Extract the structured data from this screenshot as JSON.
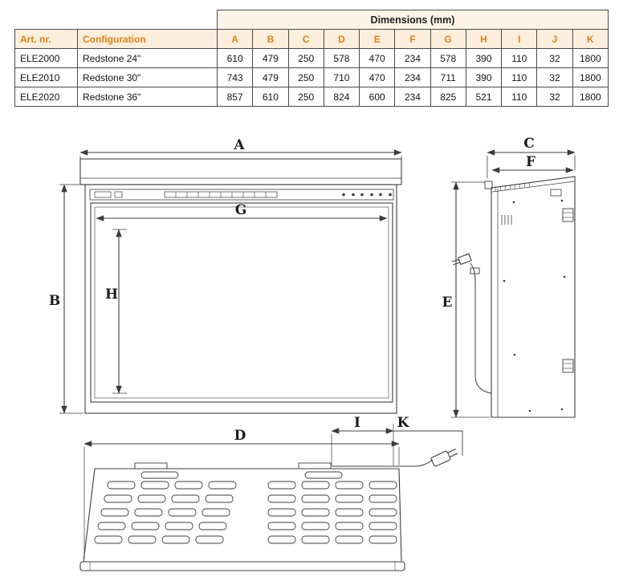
{
  "table": {
    "dimensions_header": "Dimensions (mm)",
    "columns": [
      "Art. nr.",
      "Configuration",
      "A",
      "B",
      "C",
      "D",
      "E",
      "F",
      "G",
      "H",
      "I",
      "J",
      "K"
    ],
    "rows": [
      [
        "ELE2000",
        "Redstone 24\"",
        "610",
        "479",
        "250",
        "578",
        "470",
        "234",
        "578",
        "390",
        "110",
        "32",
        "1800"
      ],
      [
        "ELE2010",
        "Redstone 30\"",
        "743",
        "479",
        "250",
        "710",
        "470",
        "234",
        "711",
        "390",
        "110",
        "32",
        "1800"
      ],
      [
        "ELE2020",
        "Redstone 36\"",
        "857",
        "610",
        "250",
        "824",
        "600",
        "234",
        "825",
        "521",
        "110",
        "32",
        "1800"
      ]
    ]
  },
  "drawings": {
    "front": {
      "width_label": "A",
      "height_label": "B",
      "inner_width_label": "G",
      "inner_height_label": "H"
    },
    "side": {
      "depth_label": "C",
      "inner_depth_label": "F",
      "height_label": "E"
    },
    "top": {
      "width_label": "D",
      "cord_offset_label": "I",
      "cord_length_label": "K"
    }
  },
  "colors": {
    "accent": "#e08214",
    "header_bg": "#fceedd",
    "line": "#3c3c3c"
  }
}
